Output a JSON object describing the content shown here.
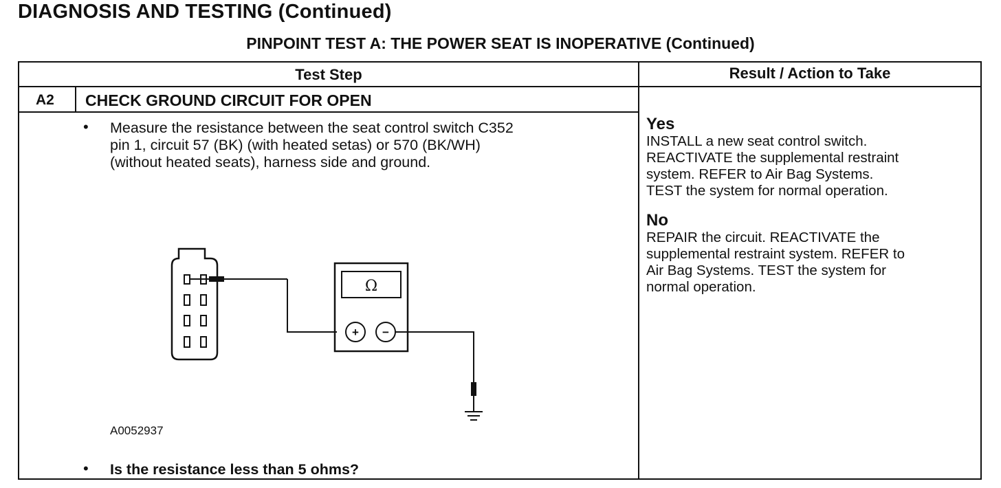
{
  "page": {
    "title": "DIAGNOSIS AND TESTING (Continued)",
    "test_title": "PINPOINT TEST  A: THE POWER SEAT IS INOPERATIVE (Continued)"
  },
  "table": {
    "header_test_step": "Test Step",
    "header_result": "Result / Action to Take",
    "step_id": "A2",
    "step_title": "CHECK GROUND CIRCUIT FOR OPEN",
    "bullet_symbol": "•",
    "instruction": "Measure the resistance between the seat control switch C352\npin 1, circuit 57 (BK) (with heated setas) or 570 (BK/WH)\n(without heated seats), harness side and ground.",
    "figure_code": "A0052937",
    "question": "Is the resistance less than 5 ohms?",
    "meter_symbol": "Ω",
    "plus_symbol": "+",
    "minus_symbol": "−",
    "yes_label": "Yes",
    "yes_text": "INSTALL a new seat control switch.\nREACTIVATE the supplemental restraint\nsystem. REFER to Air Bag Systems.\nTEST the system for normal operation.",
    "no_label": "No",
    "no_text": "REPAIR the circuit. REACTIVATE the\nsupplemental restraint system. REFER to\nAir Bag Systems. TEST the system for\nnormal operation."
  }
}
